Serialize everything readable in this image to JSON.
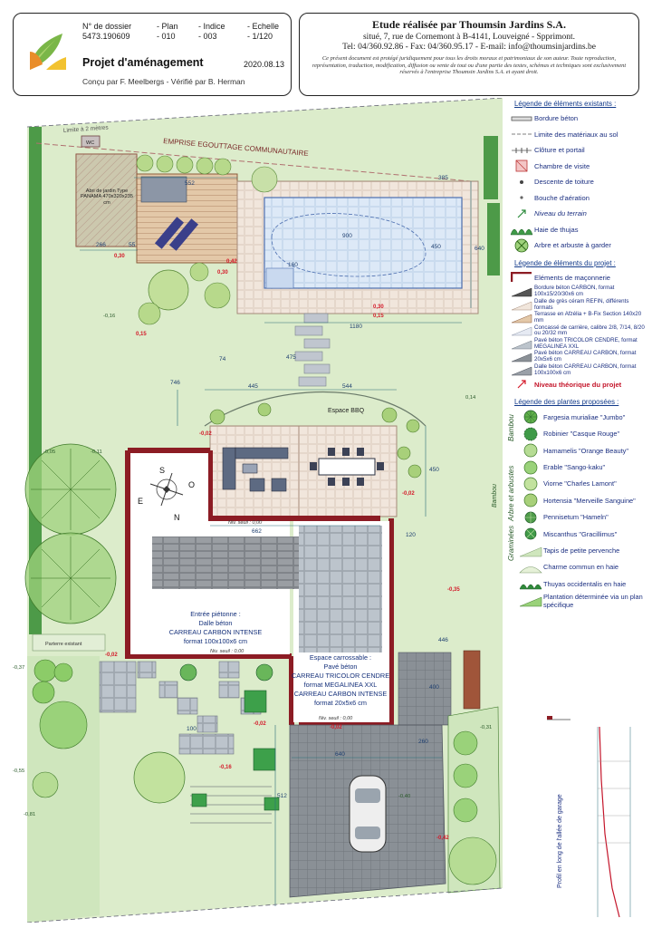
{
  "title_block": {
    "headers": [
      "N° de dossier",
      "- Plan",
      "- Indice",
      "- Echelle"
    ],
    "values": [
      "5473.190609",
      "- 010",
      "- 003",
      "- 1/120"
    ],
    "project": "Projet d'aménagement",
    "date": "2020.08.13",
    "designed": "Conçu par F. Meelbergs - Vérifié par B. Herman"
  },
  "firm": {
    "name": "Etude réalisée par Thoumsin Jardins S.A.",
    "address": "situé, 7, rue de Cornemont à B-4141, Louveigné - Spprimont.",
    "contact": "Tel: 04/360.92.86 - Fax: 04/360.95.17 - E-mail: info@thoumsinjardins.be",
    "notice": "Ce présent document est protégé juridiquement pour tous les droits moraux et patrimoniaux de son auteur. Toute reproduction, représentation, traduction, modification, diffusion ou vente de tout ou d'une partie des textes, schémas et techniques sont exclusivement réservés à l'entreprise Thoumsin Jardins S.A. et ayant droit."
  },
  "plan": {
    "limit": "Limite à 2 mètres",
    "easement": "EMPRISE EGOUTTAGE COMMUNAUTAIRE",
    "wc": "WC",
    "shed": "Abri de jardin Type PANAMA 470x320x235 cm",
    "bbq": "Espace BBQ",
    "compass": {
      "n": "N",
      "s": "S",
      "e": "E",
      "o": "O"
    },
    "threshold1": "Niv. seuil : 0,00",
    "threshold2": "Niv. seuil : 0,00",
    "threshold3": "Niv. seuil : 0,00",
    "pedestrian_title": "Entrée piétonne :",
    "pedestrian_l1": "Dalle béton",
    "pedestrian_l2": "CARREAU CARBON INTENSE",
    "pedestrian_l3": "format 100x100x6 cm",
    "drive_title": "Espace carrossable :",
    "drive_l1": "Pavé béton",
    "drive_l2": "CARREAU TRICOLOR CENDRE",
    "drive_l3": "format MEGALINEA XXL",
    "drive_l4": "CARREAU CARBON INTENSE",
    "drive_l5": "format 20x5x6 cm",
    "parterre": "Parterre existant",
    "bambou": "Bambou",
    "profile_label": "Profil en long de l'allée de garage",
    "dims": {
      "d552": "552",
      "d266": "266",
      "d55": "55",
      "d900": "900",
      "d450a": "450",
      "d1180": "1180",
      "d640a": "640",
      "d475": "475",
      "d746": "746",
      "d74": "74",
      "d445": "445",
      "d544": "544",
      "d450b": "450",
      "d662": "662",
      "d120": "120",
      "d446": "446",
      "d640b": "640",
      "d512": "512",
      "d260": "260",
      "d100": "100",
      "d160": "160",
      "d385": "385",
      "d400": "400"
    },
    "levels": {
      "l030a": "0,30",
      "l030b": "0,30",
      "l042": "0,42",
      "l015a": "0,15",
      "l015b": "0,15",
      "l016": "-0,16",
      "l014": "0,14",
      "l005": "-0,05",
      "l002a": "-0,02",
      "l002b": "-0,02",
      "l002c": "-0,02",
      "l002d": "-0,02",
      "l037": "-0,37",
      "l031": "-0,31",
      "l055": "-0,55",
      "l081": "-0,81",
      "l011": "-0,11",
      "l040": "-0,40",
      "l035": "-0,35",
      "l042b": "-0,42"
    }
  },
  "legend": {
    "existing_title": "Légende de éléments existants :",
    "existing": [
      {
        "icon": "bordure-beton-icon",
        "label": "Bordure béton"
      },
      {
        "icon": "limite-materiaux-icon",
        "label": "Limite des matériaux au sol"
      },
      {
        "icon": "cloture-icon",
        "label": "Clôture et portail"
      },
      {
        "icon": "chambre-visite-icon",
        "label": "Chambre de visite"
      },
      {
        "icon": "descente-toiture-icon",
        "label": "Descente de toiture"
      },
      {
        "icon": "bouche-aeration-icon",
        "label": "Bouche d'aération"
      },
      {
        "icon": "niveau-terrain-icon",
        "label": "Niveau du terrain"
      },
      {
        "icon": "haie-thujas-icon",
        "label": "Haie de thujas"
      },
      {
        "icon": "arbre-garder-icon",
        "label": "Arbre et arbuste à garder"
      }
    ],
    "project_title": "Légende de éléments du projet :",
    "project": [
      {
        "icon": "maconnerie-icon",
        "label": "Eléments de maçonnerie"
      },
      {
        "icon": "bordure-carbon-icon",
        "label": "Bordure béton CARBON, format 100x15/20/30x6 cm"
      },
      {
        "icon": "dalle-gres-icon",
        "label": "Dalle de grès céram REFIN, différents formats"
      },
      {
        "icon": "terrasse-afzelia-icon",
        "label": "Terrasse en Afzélia + B-Fix Section 140x20 mm"
      },
      {
        "icon": "concasse-icon",
        "label": "Concassé de carrière, calibre 2/8, 7/14, 8/20 ou 20/32 mm"
      },
      {
        "icon": "pave-tricolor-icon",
        "label": "Pavé béton TRICOLOR CENDRE, format MEGALINEA XXL"
      },
      {
        "icon": "carreau-carbon-icon",
        "label": "Pavé béton CARREAU CARBON, format 20x5x6 cm"
      },
      {
        "icon": "dalle-carbon-icon",
        "label": "Dalle béton CARREAU CARBON, format 100x100x6 cm"
      }
    ],
    "niveau_projet": "Niveau théorique du projet",
    "plants_title": "Légende des plantes proposées :",
    "plants": [
      {
        "icon": "fargesia-icon",
        "label": "Fargesia murialiae \"Jumbo\""
      },
      {
        "icon": "robinier-icon",
        "label": "Robinier \"Casque Rouge\""
      },
      {
        "icon": "hamamelis-icon",
        "label": "Hamamelis \"Orange Beauty\""
      },
      {
        "icon": "erable-icon",
        "label": "Erable \"Sango-kaku\""
      },
      {
        "icon": "viorne-icon",
        "label": "Viorne \"Charles Lamont\""
      },
      {
        "icon": "hortensia-icon",
        "label": "Hortensia \"Merveille Sanguine\""
      },
      {
        "icon": "pennisetum-icon",
        "label": "Pennisetum \"Hameln\""
      },
      {
        "icon": "miscanthus-icon",
        "label": "Miscanthus \"Gracillimus\""
      },
      {
        "icon": "pervenche-icon",
        "label": "Tapis de petite pervenche"
      },
      {
        "icon": "charme-icon",
        "label": "Charme commun en haie"
      },
      {
        "icon": "thuyas-icon",
        "label": "Thuyas occidentalis en haie"
      },
      {
        "icon": "plantation-icon",
        "label": "Plantation déterminée via un plan spécifique"
      }
    ],
    "cat_bambou": "Bambou",
    "cat_arbres": "Arbre et arbustes",
    "cat_graminees": "Graminées"
  },
  "colors": {
    "lawn": "#d8ecc8",
    "wall": "#8c1c24",
    "level": "#d41a2a",
    "dim": "#2b6f7a",
    "legend_text": "#1b2f80",
    "pool": "#dde9f7"
  }
}
